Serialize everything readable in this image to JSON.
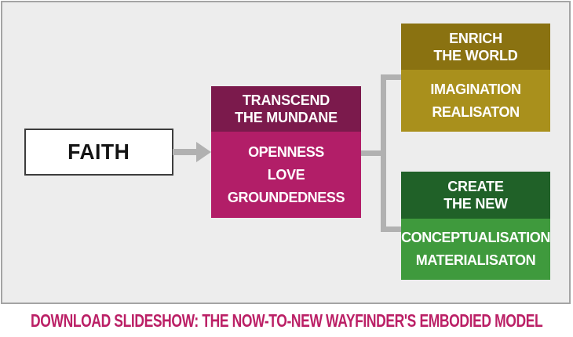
{
  "diagram": {
    "faith": {
      "label": "FAITH"
    },
    "transcend": {
      "title": "TRANSCEND\nTHE MUNDANE",
      "items": [
        "OPENNESS",
        "LOVE",
        "GROUNDEDNESS"
      ]
    },
    "enrich": {
      "title": "ENRICH\nTHE WORLD",
      "items": [
        "IMAGINATION",
        "REALISATON"
      ]
    },
    "create": {
      "title": "CREATE\nTHE NEW",
      "items": [
        "CONCEPTUALISATION",
        "MATERIALISATON"
      ]
    }
  },
  "footer": {
    "link_label": "DOWNLOAD SLIDESHOW: THE NOW-TO-NEW WAYFINDER'S EMBODIED MODEL"
  },
  "colors": {
    "canvas_bg": "#ededed",
    "canvas_border": "#a4a4a4",
    "connector_gray": "#b1b1b1",
    "faith_border": "#3d3d3d",
    "transcend_header": "#7b1a4c",
    "transcend_body": "#b21e68",
    "enrich_header": "#8a7211",
    "enrich_body": "#a9901c",
    "create_header": "#206128",
    "create_body": "#3f9a3d",
    "link_pink": "#bb2066"
  }
}
